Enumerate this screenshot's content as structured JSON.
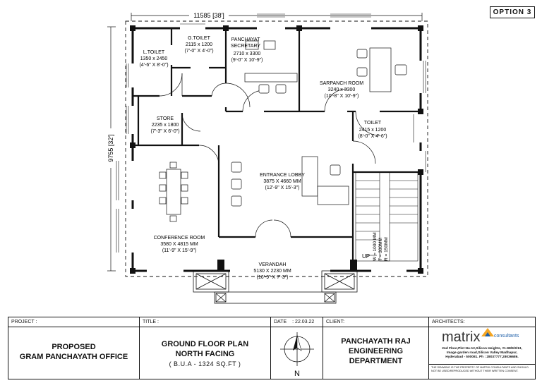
{
  "option_label": "OPTION 3",
  "dimensions": {
    "width": "11585 [38']",
    "height": "9755 [32']"
  },
  "rooms": {
    "l_toilet": {
      "name": "L.TOILET",
      "size": "1350 x 2450",
      "imperial": "(4'-6\" X 8'-0\")"
    },
    "g_toilet": {
      "name": "G.TOILET",
      "size": "2115 x 1200",
      "imperial": "(7'-0\" X 4'-0\")"
    },
    "panchayat_secretary": {
      "name1": "PANCHAYAT",
      "name2": "SECRETARY",
      "size": "2710 x 3300",
      "imperial": "(9'-0\" X 10'-9\")"
    },
    "sarpanch_room": {
      "name": "SARPANCH ROOM",
      "size": "3240 x 3300",
      "imperial": "(10'-8\" X 10'-9\")"
    },
    "store": {
      "name": "STORE",
      "size": "2235 x 1800",
      "imperial": "(7'-3\" X 6'-0\")"
    },
    "toilet": {
      "name": "TOILET",
      "size": "2415 x 1200",
      "imperial": "(8'-0\" X 4'-6\")"
    },
    "entrance_lobby": {
      "name": "ENTRANCE LOBBY",
      "size": "3875 X 4660 MM",
      "imperial": "(12'-9\" X 15'-3\")"
    },
    "conference_room": {
      "name": "CONFERENCE ROOM",
      "size": "3580 X 4815 MM",
      "imperial": "(11'-9\" X 15'-9\")"
    },
    "verandah": {
      "name": "VERANDAH",
      "size": "5130 X 2230 MM",
      "imperial": "(16'-9\" X 7'-3\")"
    }
  },
  "stair": {
    "up_label": "UP",
    "notes": [
      "W = 1000 MM",
      "T = 300MM",
      "R = 150MM"
    ]
  },
  "title_block": {
    "project_label": "PROJECT :",
    "project_value": [
      "PROPOSED",
      "GRAM PANCHAYATH OFFICE"
    ],
    "title_label": "TITLE :",
    "title_value": [
      "GROUND FLOOR PLAN",
      "NORTH FACING"
    ],
    "title_sub": "( B.U.A - 1324 SQ.FT )",
    "date_label": "DATE",
    "date_value": ": 22.03.22",
    "north_label": "N",
    "client_label": "CLIENT:",
    "client_value": [
      "PANCHAYATH RAJ",
      "ENGINEERING",
      "DEPARTMENT"
    ],
    "architects_label": "ARCHITECTS:",
    "logo_name": "matrix",
    "logo_tag": "consultants",
    "address": [
      "2nd Floor,Plot No-12,Silicon Heights, #1-98/9/3/13,",
      "Image garden road,Silicon Valley Madhapur,",
      "Hyderabad - 500081. Ph : 28037777,28036686."
    ],
    "disclaimer": "THE DRAWING IS THE PROPERTY OF MATRIX CONSULTANTS AND SHOULD NOT BE USED/REPRODUCED WITHOUT THEIR WRITTEN CONSENT."
  }
}
